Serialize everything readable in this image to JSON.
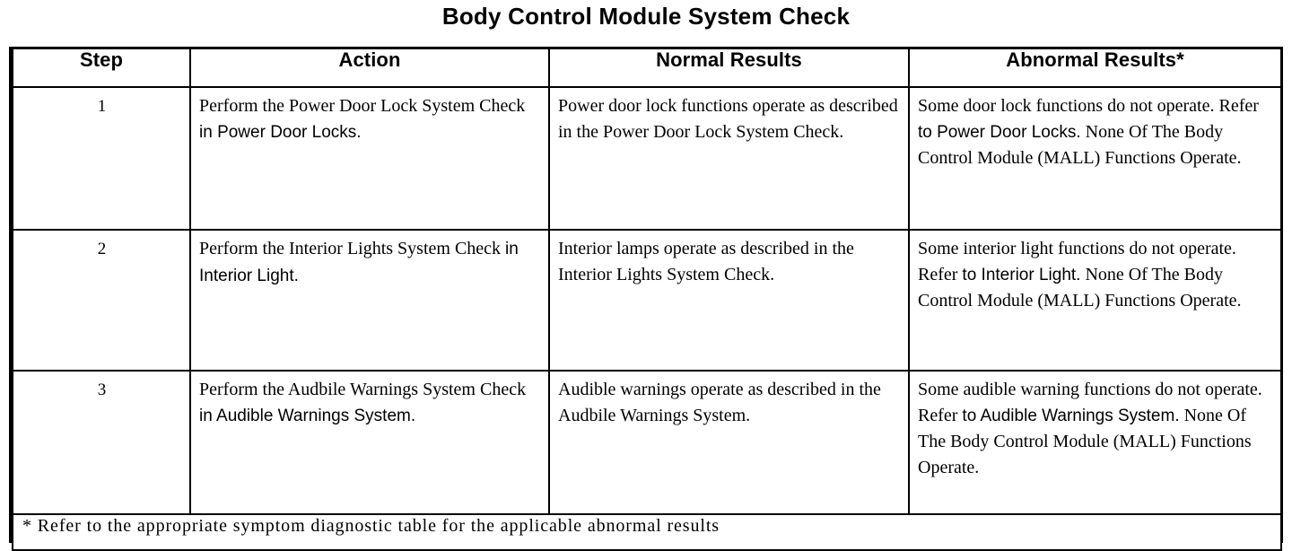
{
  "document": {
    "title": "Body Control Module System Check"
  },
  "table": {
    "columns": [
      {
        "key": "step",
        "label": "Step"
      },
      {
        "key": "action",
        "label": "Action"
      },
      {
        "key": "normal",
        "label": "Normal Results"
      },
      {
        "key": "abnormal",
        "label": "Abnormal Results*"
      }
    ],
    "rows": [
      {
        "step": "1",
        "action_runs": [
          {
            "style": "serif",
            "text": "Perform the Power Door Lock System Check "
          },
          {
            "style": "sans",
            "text": "in Power Door Locks."
          }
        ],
        "action_text": "Perform the Power Door Lock System Check in Power Door Locks.",
        "normal_runs": [
          {
            "style": "serif",
            "text": "Power door lock functions operate as described in the Power Door Lock System Check."
          }
        ],
        "normal_text": "Power door lock functions operate as described in the Power Door Lock System Check.",
        "abnormal_runs": [
          {
            "style": "serif",
            "text": "Some door lock functions do not operate. Refer "
          },
          {
            "style": "sans",
            "text": "to Power Door Locks."
          },
          {
            "style": "serif",
            "text": " None Of The Body Control Module (MALL) Functions Operate."
          }
        ],
        "abnormal_text": "Some door lock functions do not operate. Refer to Power Door Locks. None Of The Body Control Module (MALL) Functions Operate."
      },
      {
        "step": "2",
        "action_runs": [
          {
            "style": "serif",
            "text": "Perform the Interior Lights System Check "
          },
          {
            "style": "sans",
            "text": "in Interior Light."
          }
        ],
        "action_text": "Perform the Interior Lights System Check in Interior Light.",
        "normal_runs": [
          {
            "style": "serif",
            "text": "Interior lamps operate as described in the Interior Lights System Check."
          }
        ],
        "normal_text": "Interior lamps operate as described in the Interior Lights System Check.",
        "abnormal_runs": [
          {
            "style": "serif",
            "text": "Some interior light functions do not operate. Refer "
          },
          {
            "style": "sans",
            "text": "to Interior Light."
          },
          {
            "style": "serif",
            "text": " None Of The Body Control Module (MALL) Functions Operate."
          }
        ],
        "abnormal_text": "Some interior light functions do not operate. Refer to Interior Light. None Of The Body Control Module (MALL) Functions Operate."
      },
      {
        "step": "3",
        "action_runs": [
          {
            "style": "serif",
            "text": "Perform the Audbile Warnings System Check "
          },
          {
            "style": "sans",
            "text": "in Audible Warnings System."
          }
        ],
        "action_text": "Perform the Audbile Warnings System Check in Audible Warnings System.",
        "normal_runs": [
          {
            "style": "serif",
            "text": "Audible warnings operate as described in the Audbile Warnings System."
          }
        ],
        "normal_text": "Audible warnings operate as described in the Audbile Warnings System.",
        "abnormal_runs": [
          {
            "style": "serif",
            "text": "Some audible warning functions do not operate. Refer "
          },
          {
            "style": "sans",
            "text": "to Audible Warnings System."
          },
          {
            "style": "serif",
            "text": " None Of The Body Control Module (MALL) Functions Operate."
          }
        ],
        "abnormal_text": "Some audible warning functions do not operate. Refer to Audible Warnings System. None Of The Body Control Module (MALL) Functions Operate."
      }
    ],
    "footnote": "* Refer to the appropriate symptom diagnostic table for the applicable abnormal results"
  }
}
